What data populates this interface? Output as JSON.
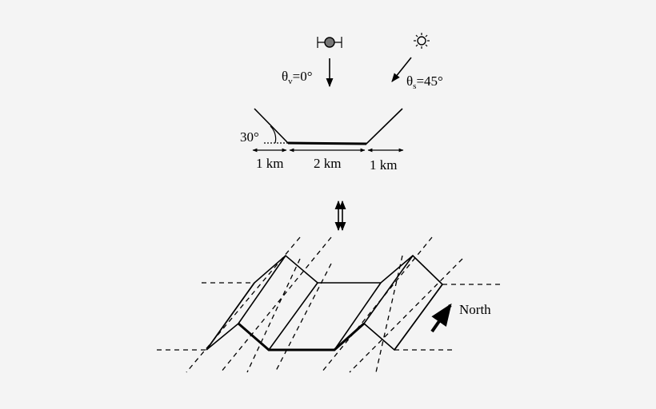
{
  "labels": {
    "view_angle_symbol": "θ",
    "view_angle_sub": "v",
    "view_angle_value": "=0°",
    "sun_angle_symbol": "θ",
    "sun_angle_sub": "s",
    "sun_angle_value": "=45°",
    "slope_angle": "30°",
    "left_width": "1 km",
    "center_width": "2 km",
    "right_width": "1 km",
    "north": "North"
  },
  "icons": {
    "sensor": "satellite-sensor-icon",
    "sun": "sun-icon",
    "double_arrow": "double-arrow-icon",
    "north_arrow": "north-arrow-icon"
  }
}
